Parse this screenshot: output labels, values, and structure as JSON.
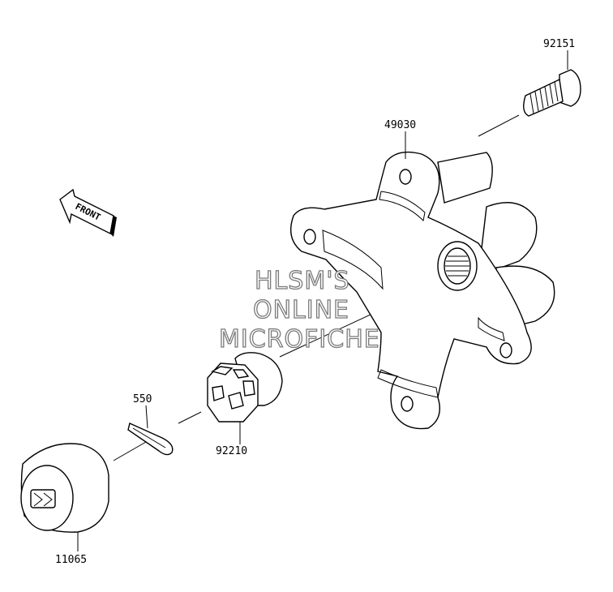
{
  "diagram": {
    "parts": {
      "p92151": "92151",
      "p49030": "49030",
      "p550": "550",
      "p92210": "92210",
      "p11065": "11065"
    },
    "direction_label": "FRONT",
    "watermark": {
      "line1": "HLSM'S",
      "line2": "ONLINE",
      "line3": "MICROFICHE"
    }
  }
}
